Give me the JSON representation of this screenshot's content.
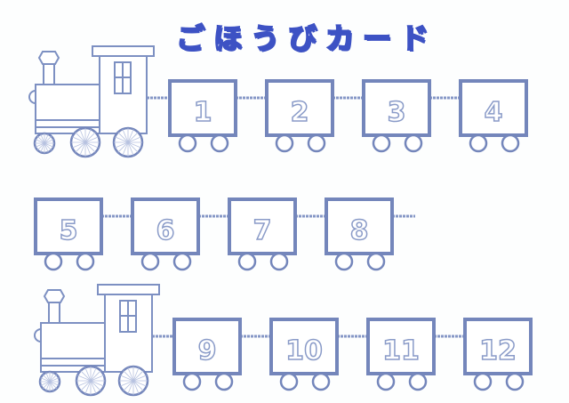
{
  "title": "ごほうびカード",
  "colors": {
    "line": "#7d90c2",
    "title": "#3d52c4"
  },
  "rows": [
    {
      "engine_side": "left",
      "cars": [
        "1",
        "2",
        "3",
        "4"
      ]
    },
    {
      "engine_side": "right",
      "cars": [
        "5",
        "6",
        "7",
        "8"
      ]
    },
    {
      "engine_side": "left",
      "cars": [
        "9",
        "10",
        "11",
        "12"
      ]
    }
  ]
}
